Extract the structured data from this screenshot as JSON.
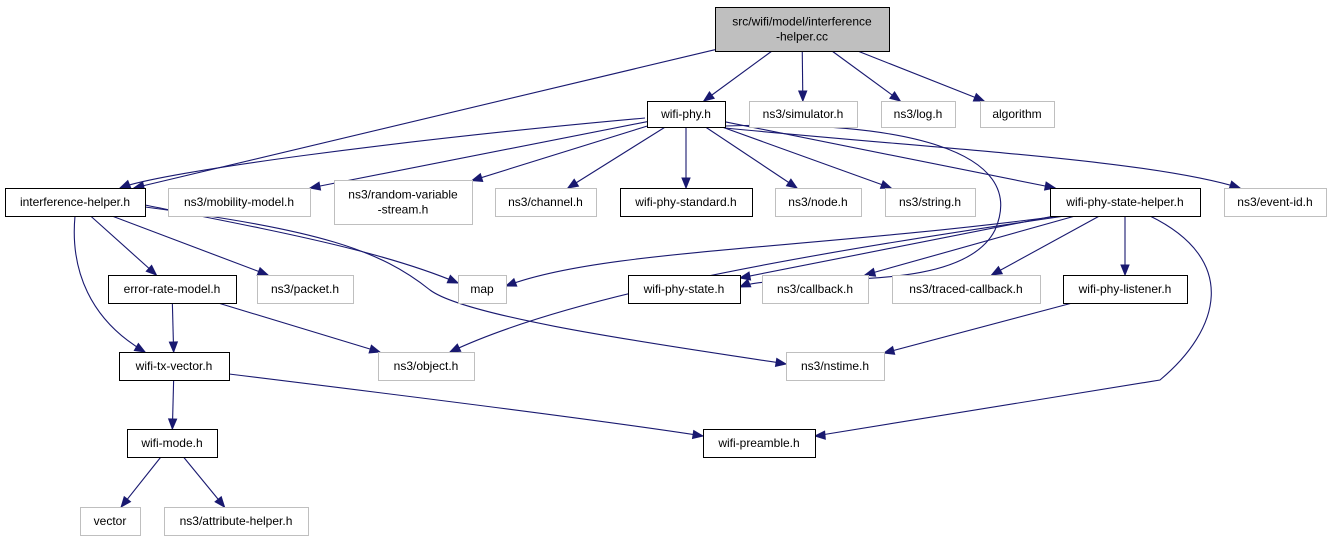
{
  "diagram": {
    "colors": {
      "edge": "#191970",
      "root_fill": "#bfbfbf",
      "documented_border": "#000000",
      "external_border": "#bfbfbf",
      "node_fill": "#ffffff"
    },
    "nodes": [
      {
        "id": "root",
        "lines": [
          "src/wifi/model/interference",
          "-helper.cc"
        ],
        "kind": "root"
      },
      {
        "id": "wifi-phy",
        "lines": [
          "wifi-phy.h"
        ],
        "kind": "documented"
      },
      {
        "id": "simulator",
        "lines": [
          "ns3/simulator.h"
        ],
        "kind": "external"
      },
      {
        "id": "log",
        "lines": [
          "ns3/log.h"
        ],
        "kind": "external"
      },
      {
        "id": "algorithm",
        "lines": [
          "algorithm"
        ],
        "kind": "external"
      },
      {
        "id": "interference-helper",
        "lines": [
          "interference-helper.h"
        ],
        "kind": "documented"
      },
      {
        "id": "mobility-model",
        "lines": [
          "ns3/mobility-model.h"
        ],
        "kind": "external"
      },
      {
        "id": "random-variable",
        "lines": [
          "ns3/random-variable",
          "-stream.h"
        ],
        "kind": "external"
      },
      {
        "id": "channel",
        "lines": [
          "ns3/channel.h"
        ],
        "kind": "external"
      },
      {
        "id": "wifi-phy-standard",
        "lines": [
          "wifi-phy-standard.h"
        ],
        "kind": "documented"
      },
      {
        "id": "node",
        "lines": [
          "ns3/node.h"
        ],
        "kind": "external"
      },
      {
        "id": "string",
        "lines": [
          "ns3/string.h"
        ],
        "kind": "external"
      },
      {
        "id": "wifi-phy-state-helper",
        "lines": [
          "wifi-phy-state-helper.h"
        ],
        "kind": "documented"
      },
      {
        "id": "event-id",
        "lines": [
          "ns3/event-id.h"
        ],
        "kind": "external"
      },
      {
        "id": "error-rate-model",
        "lines": [
          "error-rate-model.h"
        ],
        "kind": "documented"
      },
      {
        "id": "packet",
        "lines": [
          "ns3/packet.h"
        ],
        "kind": "external"
      },
      {
        "id": "map",
        "lines": [
          "map"
        ],
        "kind": "external"
      },
      {
        "id": "wifi-phy-state",
        "lines": [
          "wifi-phy-state.h"
        ],
        "kind": "documented"
      },
      {
        "id": "callback",
        "lines": [
          "ns3/callback.h"
        ],
        "kind": "external"
      },
      {
        "id": "traced-callback",
        "lines": [
          "ns3/traced-callback.h"
        ],
        "kind": "external"
      },
      {
        "id": "wifi-phy-listener",
        "lines": [
          "wifi-phy-listener.h"
        ],
        "kind": "documented"
      },
      {
        "id": "wifi-tx-vector",
        "lines": [
          "wifi-tx-vector.h"
        ],
        "kind": "documented"
      },
      {
        "id": "object",
        "lines": [
          "ns3/object.h"
        ],
        "kind": "external"
      },
      {
        "id": "nstime",
        "lines": [
          "ns3/nstime.h"
        ],
        "kind": "external"
      },
      {
        "id": "wifi-mode",
        "lines": [
          "wifi-mode.h"
        ],
        "kind": "documented"
      },
      {
        "id": "wifi-preamble",
        "lines": [
          "wifi-preamble.h"
        ],
        "kind": "documented"
      },
      {
        "id": "vector",
        "lines": [
          "vector"
        ],
        "kind": "external"
      },
      {
        "id": "attribute-helper",
        "lines": [
          "ns3/attribute-helper.h"
        ],
        "kind": "external"
      }
    ],
    "edges": [
      {
        "from": "root",
        "to": "wifi-phy"
      },
      {
        "from": "root",
        "to": "simulator"
      },
      {
        "from": "root",
        "to": "log"
      },
      {
        "from": "root",
        "to": "algorithm"
      },
      {
        "from": "root",
        "to": "interference-helper"
      },
      {
        "from": "wifi-phy",
        "to": "interference-helper"
      },
      {
        "from": "wifi-phy",
        "to": "mobility-model"
      },
      {
        "from": "wifi-phy",
        "to": "random-variable"
      },
      {
        "from": "wifi-phy",
        "to": "channel"
      },
      {
        "from": "wifi-phy",
        "to": "wifi-phy-standard"
      },
      {
        "from": "wifi-phy",
        "to": "node"
      },
      {
        "from": "wifi-phy",
        "to": "string"
      },
      {
        "from": "wifi-phy",
        "to": "wifi-phy-state-helper"
      },
      {
        "from": "wifi-phy",
        "to": "event-id"
      },
      {
        "from": "wifi-phy",
        "to": "wifi-phy-state"
      },
      {
        "from": "interference-helper",
        "to": "error-rate-model"
      },
      {
        "from": "interference-helper",
        "to": "packet"
      },
      {
        "from": "interference-helper",
        "to": "map"
      },
      {
        "from": "interference-helper",
        "to": "wifi-tx-vector"
      },
      {
        "from": "interference-helper",
        "to": "nstime"
      },
      {
        "from": "wifi-phy-state-helper",
        "to": "map"
      },
      {
        "from": "wifi-phy-state-helper",
        "to": "wifi-phy-state"
      },
      {
        "from": "wifi-phy-state-helper",
        "to": "callback"
      },
      {
        "from": "wifi-phy-state-helper",
        "to": "traced-callback"
      },
      {
        "from": "wifi-phy-state-helper",
        "to": "wifi-phy-listener"
      },
      {
        "from": "wifi-phy-state-helper",
        "to": "object"
      },
      {
        "from": "wifi-phy-state-helper",
        "to": "wifi-preamble"
      },
      {
        "from": "error-rate-model",
        "to": "wifi-tx-vector"
      },
      {
        "from": "error-rate-model",
        "to": "object"
      },
      {
        "from": "wifi-phy-listener",
        "to": "nstime"
      },
      {
        "from": "wifi-tx-vector",
        "to": "wifi-mode"
      },
      {
        "from": "wifi-tx-vector",
        "to": "wifi-preamble"
      },
      {
        "from": "wifi-mode",
        "to": "vector"
      },
      {
        "from": "wifi-mode",
        "to": "attribute-helper"
      }
    ]
  }
}
